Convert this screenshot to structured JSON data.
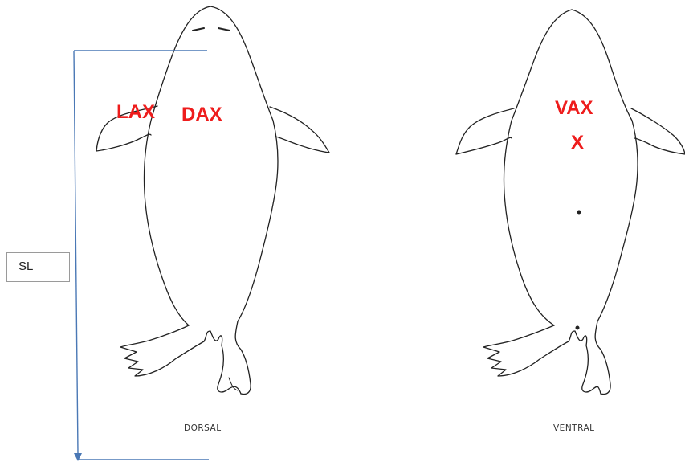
{
  "diagram": {
    "labels": {
      "sl": "SL",
      "lax": "LAX",
      "dax": "DAX",
      "vax": "VAX",
      "x": "X"
    },
    "views": {
      "dorsal": "DORSAL",
      "ventral": "VENTRAL"
    },
    "colors": {
      "arrow": "#4a78b5",
      "label": "#ee1c1c",
      "outline": "#222222"
    }
  }
}
